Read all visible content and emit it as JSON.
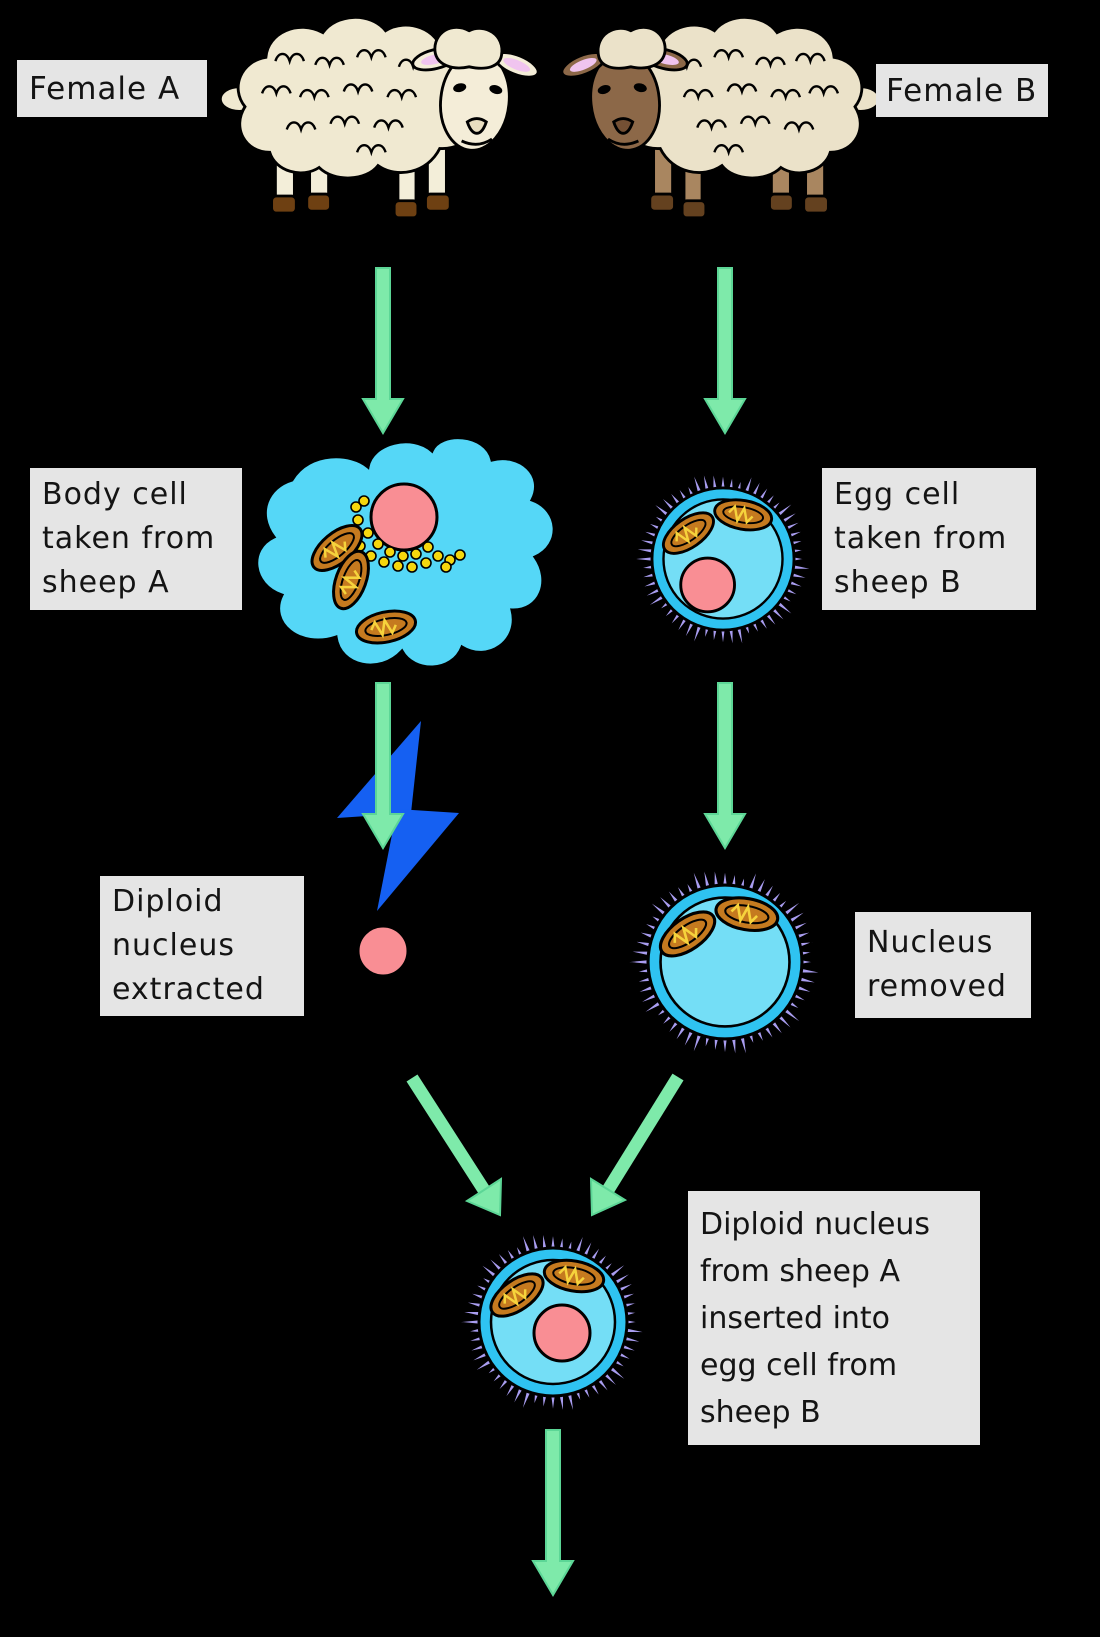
{
  "labels": {
    "female_a": "Female A",
    "female_b": "Female B",
    "body_cell": [
      "Body cell",
      "taken from",
      "sheep A"
    ],
    "egg_cell": [
      "Egg cell",
      "taken from",
      "sheep B"
    ],
    "diploid_extracted": [
      "Diploid",
      "nucleus",
      "extracted"
    ],
    "nucleus_removed": [
      "Nucleus",
      "removed"
    ],
    "nucleus_inserted": [
      "Diploid nucleus",
      "from sheep A",
      "inserted into",
      "egg cell from",
      "sheep B"
    ]
  },
  "colors": {
    "background": "#000000",
    "label_bg": "#e5e5e5",
    "label_text": "#141414",
    "arrow_green": "#7eeaaa",
    "arrow_green_edge": "#5cd696",
    "lightning_blue": "#1560f2",
    "body_cytoplasm": "#55d7f7",
    "egg_cytoplasm": "#74def6",
    "egg_membrane": "#2fc3f1",
    "egg_spikes": "#a99df0",
    "nucleus_pink": "#f98e94",
    "mitochondria_fill": "#c57a1f",
    "mitochondria_crista": "#f6d33c",
    "ribosome_yellow": "#f6d70e",
    "outline": "#000000",
    "ear_pink": "#f0c4ef",
    "sheep_a_wool": "#f0e9d1",
    "sheep_a_face": "#f4edd8",
    "sheep_a_legs": "#f3eed9",
    "sheep_a_hoof": "#6e4012",
    "sheep_a_muzzle": "#e9dec0",
    "sheep_b_wool": "#ebe2c9",
    "sheep_b_face": "#8c6848",
    "sheep_b_legs": "#a98660",
    "sheep_b_hoof": "#64411f",
    "sheep_b_muzzle": "#745034"
  }
}
